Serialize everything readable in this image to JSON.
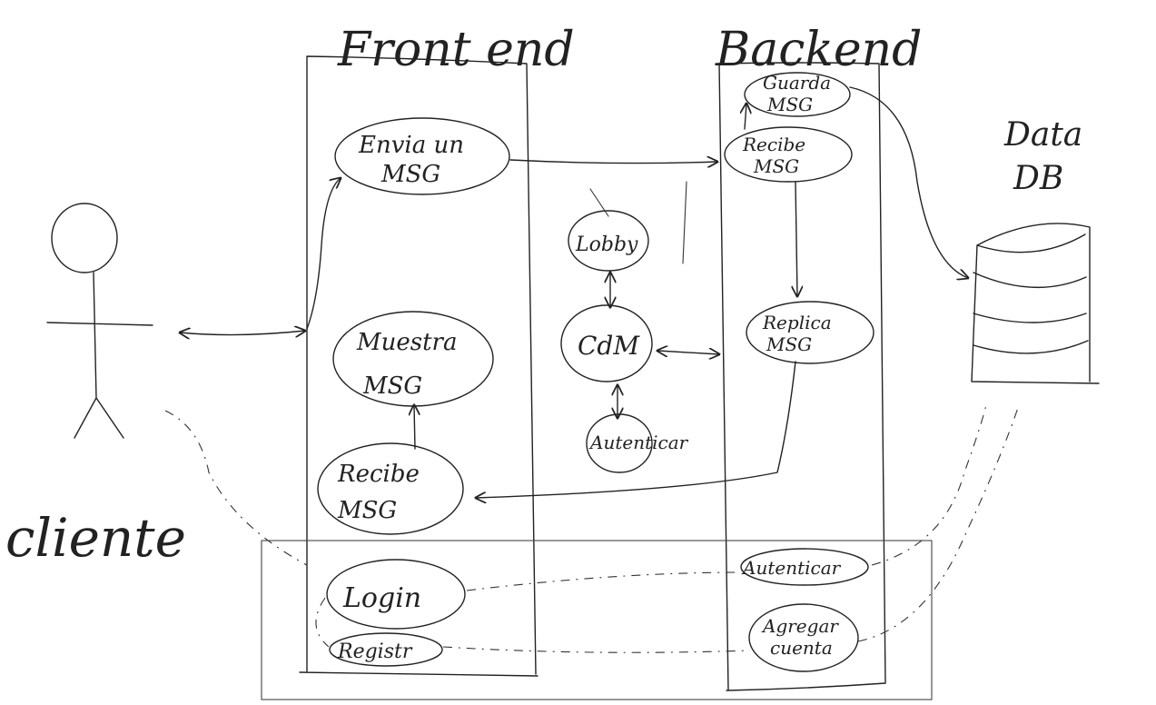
{
  "columns": {
    "frontend": "Front end",
    "backend": "Backend"
  },
  "actor": {
    "label": "cliente"
  },
  "database": {
    "label_line1": "Data",
    "label_line2": "DB"
  },
  "frontend_nodes": {
    "envia": [
      "Envia un",
      "MSG"
    ],
    "muestra": [
      "Muestra",
      "MSG"
    ],
    "recibe": [
      "Recibe",
      "MSG"
    ],
    "login": "Login",
    "registro": "Registr"
  },
  "middle_nodes": {
    "lobby": "Lobby",
    "cdm": "CdM",
    "autenticar": "Autenticar"
  },
  "backend_nodes": {
    "guarda": [
      "Guarda",
      "MSG"
    ],
    "recibe": [
      "Recibe",
      "MSG"
    ],
    "replica": [
      "Replica",
      "MSG"
    ],
    "autenticar": "Autenticar",
    "agregar": [
      "Agregar",
      "cuenta"
    ]
  }
}
